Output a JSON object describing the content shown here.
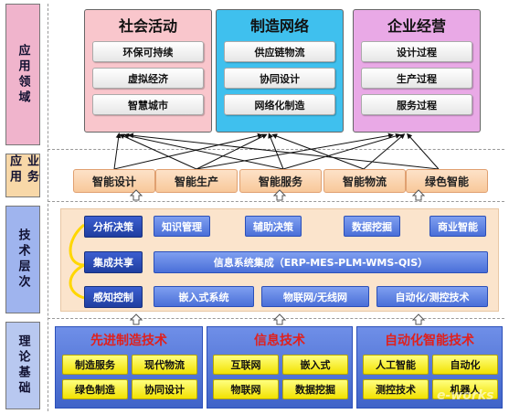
{
  "side_labels": {
    "application_domain": "应用领域",
    "business_application": "业务应用",
    "tech_layer": "技术层次",
    "theory_base": "理论基础"
  },
  "domains": [
    {
      "title": "社会活动",
      "color": "#f9c6cc",
      "items": [
        "环保可持续",
        "虚拟经济",
        "智慧城市"
      ]
    },
    {
      "title": "制造网络",
      "color": "#3fc0ee",
      "items": [
        "供应链物流",
        "协同设计",
        "网络化制造"
      ]
    },
    {
      "title": "企业经营",
      "color": "#e9a9e6",
      "items": [
        "设计过程",
        "生产过程",
        "服务过程"
      ]
    }
  ],
  "business_apps": [
    "智能设计",
    "智能生产",
    "智能服务",
    "智能物流",
    "绿色智能"
  ],
  "tech": {
    "loop": [
      "分析决策",
      "集成共享",
      "感知控制"
    ],
    "row1": [
      "知识管理",
      "辅助决策",
      "数据挖掘",
      "商业智能"
    ],
    "integration": "信息系统集成（ERP-MES-PLM-WMS-QIS）",
    "row3": [
      "嵌入式系统",
      "物联网/无线网",
      "自动化/测控技术"
    ]
  },
  "theory": [
    {
      "title": "先进制造技术",
      "title_color": "#e0201c",
      "items": [
        "制造服务",
        "现代物流",
        "绿色制造",
        "协同设计"
      ]
    },
    {
      "title": "信息技术",
      "title_color": "#e0201c",
      "items": [
        "互联网",
        "嵌入式",
        "物联网",
        "数据挖掘"
      ]
    },
    {
      "title": "自动化智能技术",
      "title_color": "#e0201c",
      "items": [
        "人工智能",
        "自动化",
        "测控技术",
        "机器人"
      ]
    }
  ],
  "watermark": "e-works",
  "colors": {
    "side_label_bg_1": "#f0b4cc",
    "side_label_bg_2": "#f8d8a8",
    "side_label_bg_3": "#9fb4ee",
    "side_label_bg_4": "#b8c8f0"
  }
}
